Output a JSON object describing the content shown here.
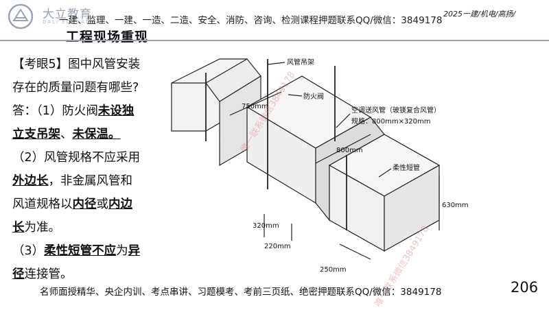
{
  "brand": {
    "name": "大立教育",
    "sub": "DALI EDUCATION"
  },
  "header": {
    "ad": "一建、监理、一建、一造、二造、安全、消防、咨询、检测课程押题联系QQ/微信：3849178",
    "course_tag": "2025一建/机电/高扬/",
    "title": "工程现场重现"
  },
  "question": {
    "l1": "【考眼5】图中风管安装",
    "l2": "存在的质量问题有哪些?",
    "a1_pre": "答：（1）防火阀",
    "a1_u1": "未设独",
    "a1_u2": "立支吊架",
    "a1_sep": "、",
    "a1_u3": "未保温。",
    "a2_pre": "（2）风管规格不应采用",
    "a2_u1": "外边长",
    "a2_mid": "，非金属风管和",
    "a2_l2_pre": "风道规格以",
    "a2_u2": "内径",
    "a2_or": "或",
    "a2_u3": "内边",
    "a2_u4": "长",
    "a2_end": "为准。",
    "a3_pre": "（3）",
    "a3_u1": "柔性短管不应",
    "a3_wei": "为",
    "a3_u2": "异",
    "a3_u3": "径",
    "a3_end": "连接管。"
  },
  "diagram": {
    "label_hanger": "风管吊架",
    "label_damper": "防火阀",
    "label_duct": "空调送风管（玻镁复合风管）",
    "label_spec": "规格：800mm×320mm",
    "label_flex": "柔性短管",
    "dim_750": "750mm",
    "dim_800": "800mm",
    "dim_630": "630mm",
    "dim_320": "320mm",
    "dim_220": "220mm",
    "dim_250": "250mm"
  },
  "watermark": "唯一联系微信3849178",
  "footer": {
    "text": "名师面授精华、央企内训、考点串讲、习题模考、考前三页纸、绝密押题联系QQ/微信：3849178",
    "page": "206"
  },
  "colors": {
    "rule": "#9aa3b5",
    "watermark": "#e07a7a"
  }
}
